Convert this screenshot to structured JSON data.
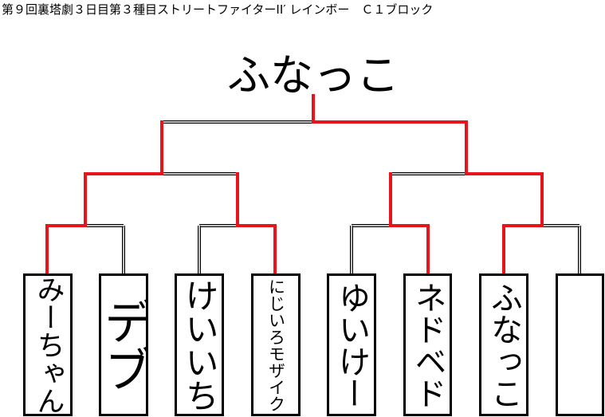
{
  "title": "第９回裏塔劇３日目第３種目ストリートファイターII′ レインボー　Ｃ１ブロック",
  "champion": "ふなっこ",
  "colors": {
    "winner_line": "#e8141c",
    "loser_line": "#000000",
    "box_border": "#000000"
  },
  "entrants": [
    {
      "name": "みーちゃん"
    },
    {
      "name": "デブ"
    },
    {
      "name": "けいいち"
    },
    {
      "name": "にじいろモザイク"
    },
    {
      "name": "ゆいけー"
    },
    {
      "name": "ネドベド"
    },
    {
      "name": "ふなっこ"
    },
    {
      "name": ""
    }
  ],
  "results": {
    "round1_winners": [
      "みーちゃん",
      "にじいろモザイク",
      "ネドベド",
      "ふなっこ"
    ],
    "round2_winners": [
      "みーちゃん",
      "ふなっこ"
    ],
    "final_winner": "ふなっこ"
  }
}
